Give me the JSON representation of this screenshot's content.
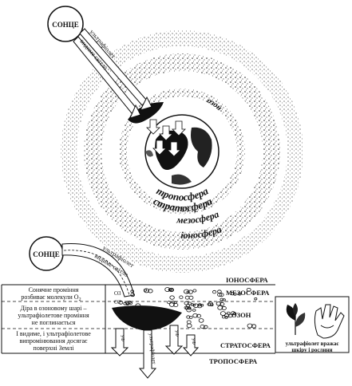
{
  "top": {
    "sun": "СОНЦЕ",
    "ray_uv": "ультрафіолет",
    "ray_visible": "видиме світло",
    "ozone": "озон",
    "layers": [
      "тропосфера",
      "стратосфера",
      "мезосфера",
      "іоносфера"
    ]
  },
  "bottom": {
    "sun": "СОНЦЕ",
    "ray_uv": "ультрафіолет",
    "ray_visible": "видиме світло",
    "layers": [
      "ІОНОСФЕРА",
      "МЕЗОСФЕРА",
      "ОЗОН",
      "СТРАТОСФЕРА",
      "ТРОПОСФЕРА"
    ],
    "box_lines": [
      [
        "Сонячне проміння",
        "розбиває молекули О",
        "2"
      ],
      [
        "Діра в озоновому шарі –",
        "ультрафіолетове проміння",
        "не поглинається"
      ],
      [
        "І видиме, і ультрафіолетове",
        "випромінювання досягає",
        "поверхні Землі"
      ]
    ],
    "ray_labels": [
      "УФ",
      "УФ",
      "УФ",
      "ультрафіолет"
    ],
    "o3": "O3",
    "o2": "O2",
    "damage_lines": [
      "ультрафіолет вражає",
      "шкіру і рослини"
    ]
  }
}
